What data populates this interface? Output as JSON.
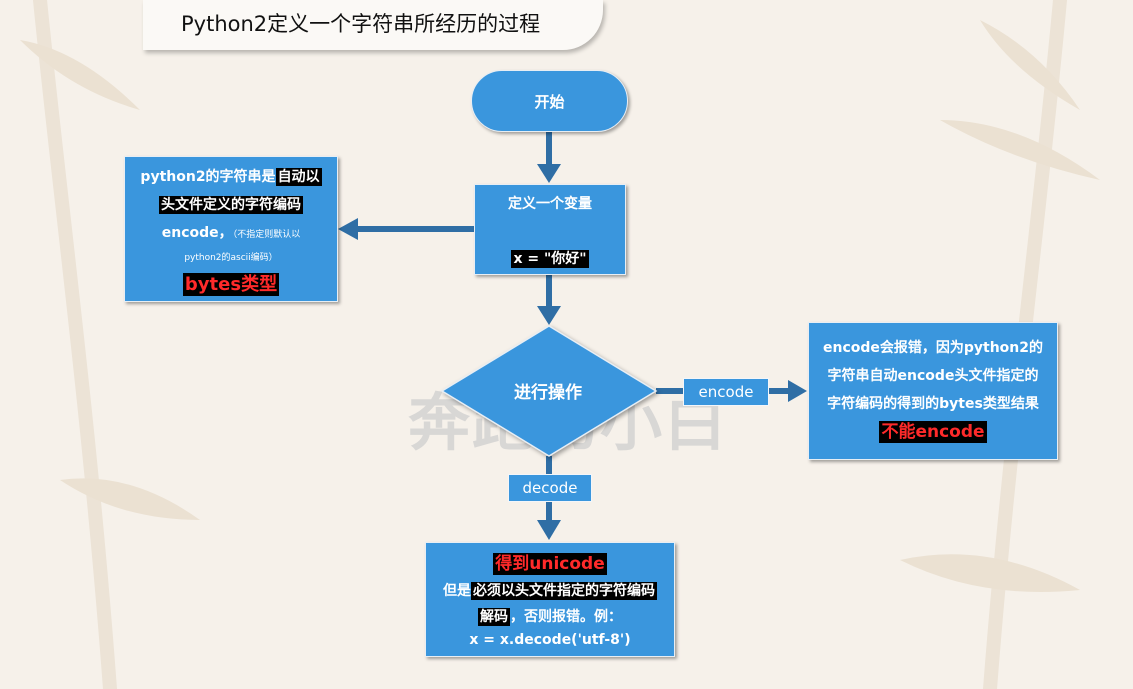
{
  "title": {
    "prefix": "Python2",
    "text": "定义一个字符串所经历的过程"
  },
  "watermark": "奔跑的小白",
  "nodes": {
    "start": "开始",
    "define": {
      "line1": "定义一个变量",
      "line2": "x = \"你好\""
    },
    "operation": "进行操作",
    "left": {
      "line1_plain": "python2的字符串是",
      "line1_hl": "自动以",
      "line2_hl": "头文件定义的字符编码",
      "line3_big": "encode，",
      "line3_small": "（不指定则默认以",
      "line4_small": "python2的ascii编码）",
      "line5": "bytes类型"
    },
    "right": {
      "line1": "encode会报错，因为python2的",
      "line2": "字符串自动encode头文件指定的",
      "line3": "字符编码的得到的bytes类型结果",
      "line4": "不能encode"
    },
    "bottom": {
      "line1": "得到unicode",
      "line2_plain": "但是",
      "line2_hl": "必须以头文件指定的字符编码",
      "line3_hl": "解码",
      "line3_plain": "，否则报错。例：",
      "line4": "x = x.decode('utf-8')"
    }
  },
  "edges": {
    "encode": "encode",
    "decode": "decode"
  },
  "colors": {
    "node": "#3a96dd",
    "arrow": "#2f6ea5",
    "highlight_text": "#ff2a2a",
    "background": "#f6f1ea"
  }
}
